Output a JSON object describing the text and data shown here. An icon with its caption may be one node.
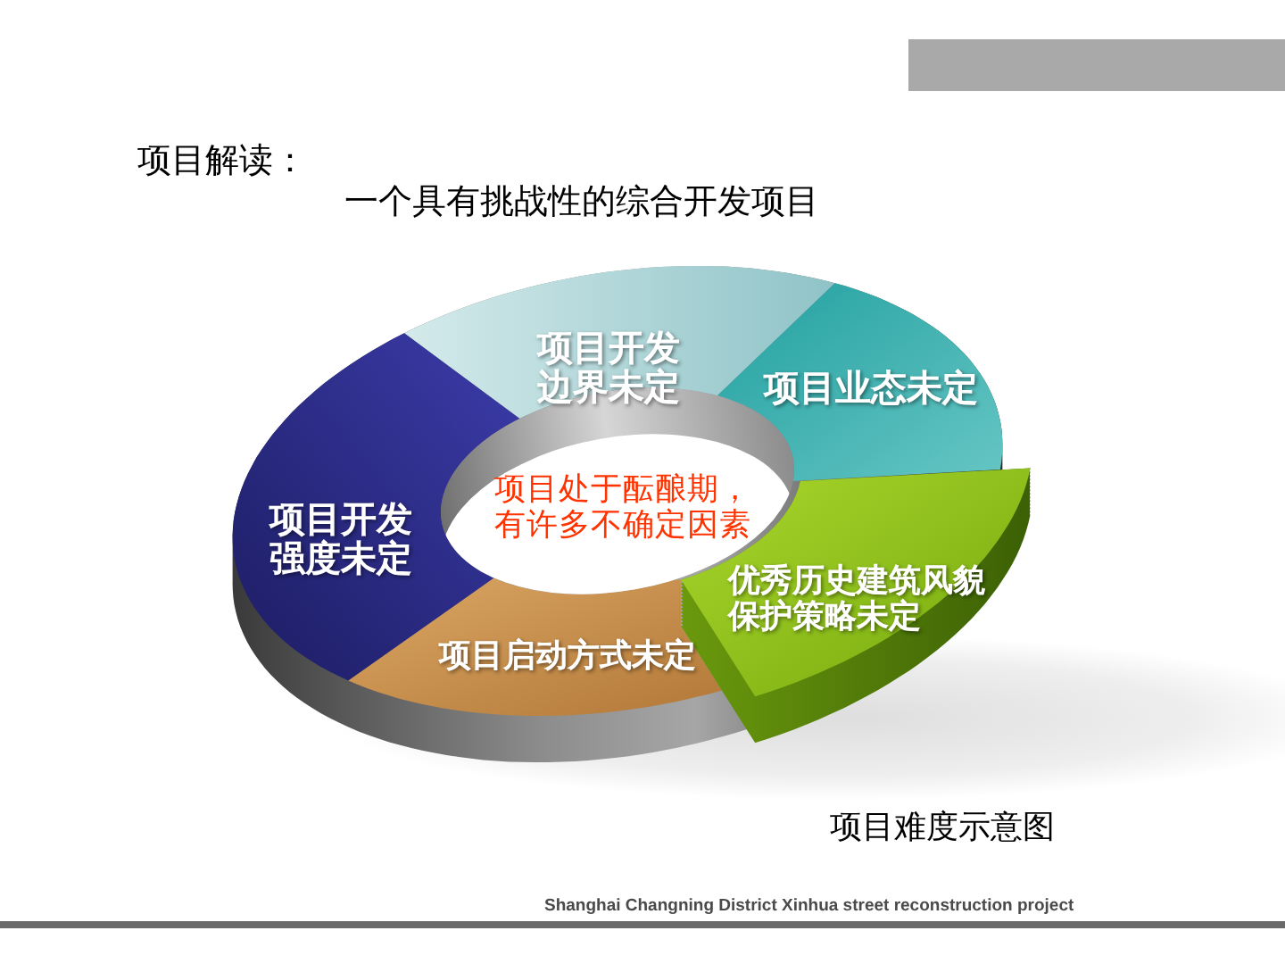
{
  "diagram": {
    "title": "项目解读：",
    "caption": "项目难度示意图",
    "nodes": [
      {
        "text": [
          "项目开发边界未定"
        ]
      },
      {
        "text": [
          "项目业态未定"
        ]
      },
      {
        "text": [
          "项目开发强度未定"
        ]
      },
      {
        "text": [
          "项目处于酝酿期，有许多不确定因素"
        ]
      },
      {
        "text": [
          "优秀历史建筑风貌保护策略未定"
        ]
      },
      {
        "text": [
          "项目启动方式未定"
        ]
      }
    ],
    "labels": [
      "一个具有挑战性的综合开发项目",
      "Shanghai Changning District Xinhua street reconstruction project"
    ]
  }
}
